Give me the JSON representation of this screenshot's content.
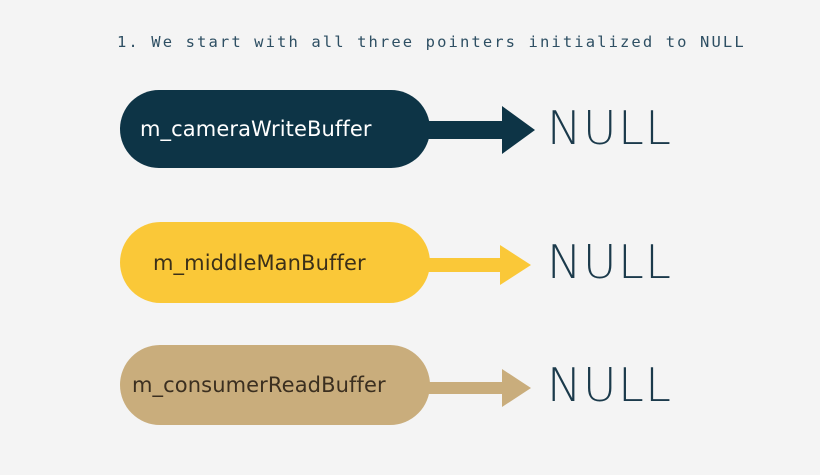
{
  "background_color": "#f4f4f4",
  "caption": {
    "text": "1. We start with all three pointers initialized to NULL",
    "color": "#2e4f63"
  },
  "null_label_color": "#1b3a4b",
  "rows": [
    {
      "id": "camera",
      "box_label": "m_cameraWriteBuffer",
      "box_color": "#0d3446",
      "box_text_color": "#ffffff",
      "arrow_color": "#0d3446",
      "arrow_name": "arrow-right-icon",
      "target_label": "NULL"
    },
    {
      "id": "middleman",
      "box_label": "m_middleManBuffer",
      "box_color": "#fac838",
      "box_text_color": "#3b3019",
      "arrow_color": "#fac838",
      "arrow_name": "arrow-right-icon",
      "target_label": "NULL"
    },
    {
      "id": "consumer",
      "box_label": "m_consumerReadBuffer",
      "box_color": "#c9ad7c",
      "box_text_color": "#3b2f20",
      "arrow_color": "#c9ad7c",
      "arrow_name": "arrow-right-icon",
      "target_label": "NULL"
    }
  ]
}
